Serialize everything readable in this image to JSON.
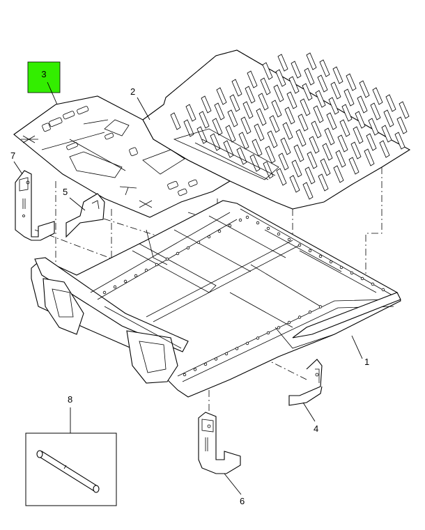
{
  "callouts": {
    "c1": "1",
    "c2": "2",
    "c3": "3",
    "c4": "4",
    "c5": "5",
    "c6": "6",
    "c7": "7",
    "c8": "8"
  },
  "highlight_color": "#33ee00"
}
